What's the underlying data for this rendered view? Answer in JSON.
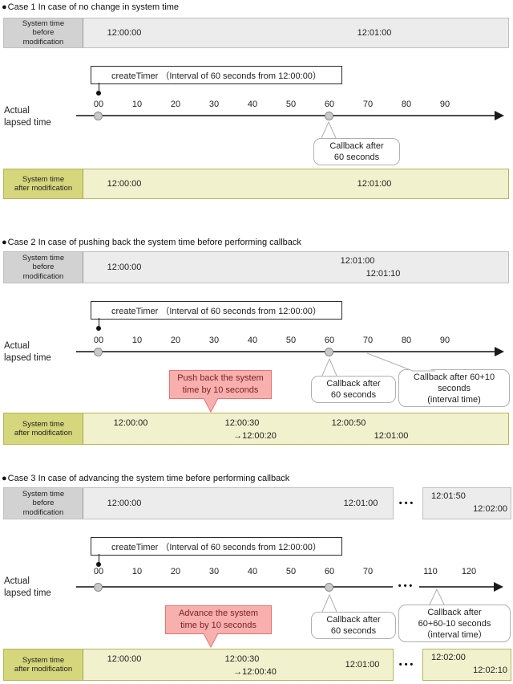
{
  "shared": {
    "bullet": "●",
    "ellipsis": "•••",
    "create_timer_label": "createTimer （Interval of 60 seconds from 12:00:00）",
    "axis_title_line1": "Actual",
    "axis_title_line2": "lapsed time",
    "before_label_line1": "System time",
    "before_label_line2": "before",
    "before_label_line3": "modification",
    "after_label_line1": "System time",
    "after_label_line2": "after modification"
  },
  "colors": {
    "before_bar_bg": "#ececec",
    "before_label_bg": "#d2d2d2",
    "after_bar_bg": "#f1f1cd",
    "after_label_bg": "#d6d67c",
    "note_bg": "#f8b0af",
    "note_border": "#e57373",
    "note_text": "#7a1f1f",
    "axis_color": "#4a4a4a",
    "callout_border": "#b0b0b0"
  },
  "cases": [
    {
      "title": "Case 1 In case of no change in system time",
      "ticks": [
        "00",
        "10",
        "20",
        "30",
        "40",
        "50",
        "60",
        "70",
        "80",
        "90"
      ],
      "before_times": [
        "12:00:00",
        "12:01:00"
      ],
      "after_times": [
        "12:00:00",
        "12:01:00"
      ],
      "callback_60_line1": "Callback after",
      "callback_60_line2": "60 seconds"
    },
    {
      "title": "Case 2 In case of pushing back the system time before performing callback",
      "ticks": [
        "00",
        "10",
        "20",
        "30",
        "40",
        "50",
        "60",
        "70",
        "80",
        "90"
      ],
      "before_times": [
        "12:00:00",
        "12:01:00",
        "12:01:10"
      ],
      "note_line1": "Push back the system",
      "note_line2": "time by 10 seconds",
      "callback_60_line1": "Callback after",
      "callback_60_line2": "60 seconds",
      "callback_interval_line1": "Callback after 60+10",
      "callback_interval_line2": "seconds",
      "callback_interval_line3": "(interval time)",
      "after_times": [
        "12:00:00",
        "12:00:30",
        "→12:00:20",
        "12:00:50",
        "12:01:00"
      ]
    },
    {
      "title": "Case 3 In case of advancing the system time before performing callback",
      "ticks": [
        "00",
        "10",
        "20",
        "30",
        "40",
        "50",
        "60",
        "70",
        "110",
        "120"
      ],
      "before_times": [
        "12:00:00",
        "12:01:00"
      ],
      "before_times_right": [
        "12:01:50",
        "12:02:00"
      ],
      "note_line1": "Advance the system",
      "note_line2": "time by 10 seconds",
      "callback_60_line1": "Callback after",
      "callback_60_line2": "60 seconds",
      "callback_interval_line1": "Callback after",
      "callback_interval_line2": "60+60-10 seconds",
      "callback_interval_line3": "（interval time）",
      "after_times": [
        "12:00:00",
        "12:00:30",
        "→12:00:40",
        "12:01:00"
      ],
      "after_times_right": [
        "12:02:00",
        "12:02:10"
      ]
    }
  ]
}
